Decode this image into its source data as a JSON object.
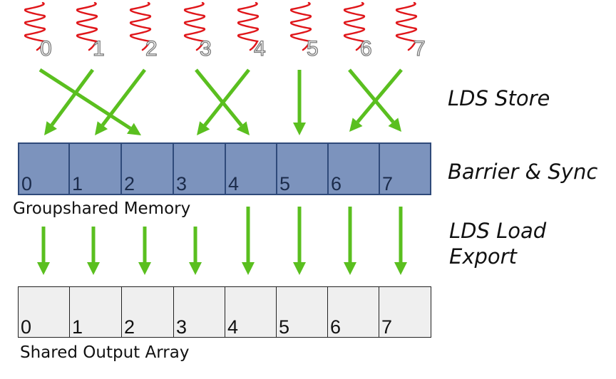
{
  "threads": [
    "0",
    "1",
    "2",
    "3",
    "4",
    "5",
    "6",
    "7"
  ],
  "stage_labels": {
    "lds_store": "LDS Store",
    "barrier_sync": "Barrier & Sync",
    "lds_load": "LDS Load",
    "export": "Export"
  },
  "groupshared": {
    "caption": "Groupshared Memory",
    "cells": [
      "0",
      "1",
      "2",
      "3",
      "4",
      "5",
      "6",
      "7"
    ]
  },
  "output": {
    "caption": "Shared Output Array",
    "cells": [
      "0",
      "1",
      "2",
      "3",
      "4",
      "5",
      "6",
      "7"
    ]
  },
  "colors": {
    "arrow": "#5abf1f",
    "thread_squiggle": "#e0161a",
    "memory_fill": "#7c93bd",
    "memory_border": "#2f4a7a",
    "output_fill": "#efefef"
  }
}
